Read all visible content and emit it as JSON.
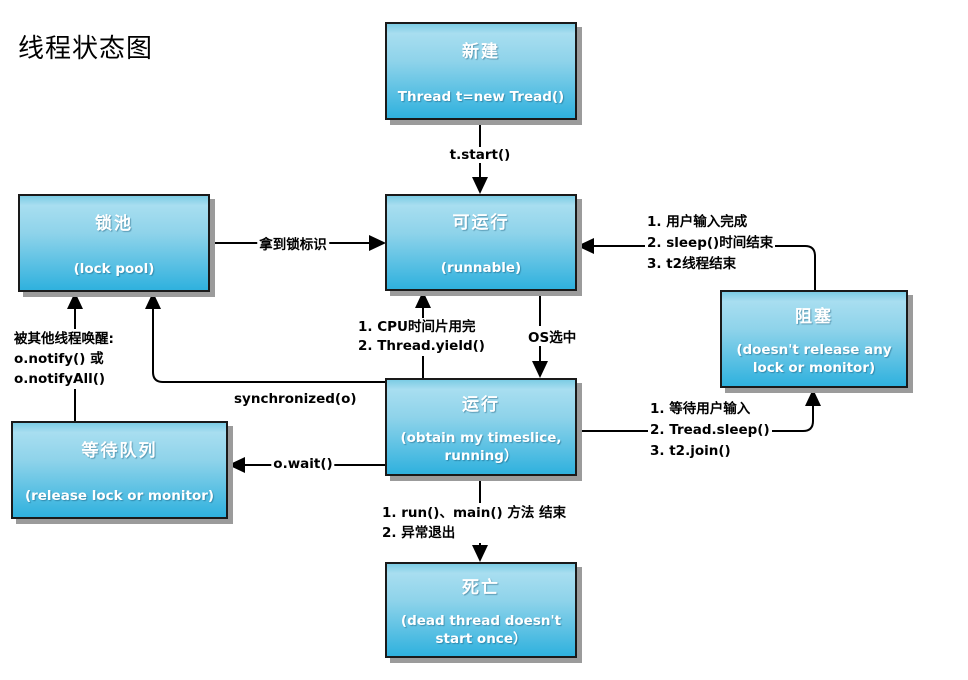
{
  "title": "线程状态图",
  "boxes": {
    "new": {
      "title": "新建",
      "subtitle": "Thread t=new Tread()"
    },
    "runnable": {
      "title": "可运行",
      "subtitle": "(runnable)"
    },
    "lock_pool": {
      "title": "锁池",
      "subtitle": "(lock pool)"
    },
    "blocked": {
      "title": "阻塞",
      "subtitle": "(doesn't release any lock or monitor)"
    },
    "running": {
      "title": "运行",
      "subtitle": "(obtain my timeslice, running）"
    },
    "wait_queue": {
      "title": "等待队列",
      "subtitle": "(release lock or monitor)"
    },
    "dead": {
      "title": "死亡",
      "subtitle": "(dead thread doesn't start once）"
    }
  },
  "edges": {
    "t_start": "t.start()",
    "got_lock": "拿到锁标识",
    "blocked_to_runnable": [
      "1. 用户输入完成",
      "2. sleep()时间结束",
      "3. t2线程结束"
    ],
    "yield_to_runnable": [
      "1. CPU时间片用完",
      "2. Thread.yield()"
    ],
    "os_select": "OS选中",
    "synchronized": "synchronized(o)",
    "wakeup": [
      "被其他线程唤醒:",
      "o.notify() 或",
      "o.notifyAll()"
    ],
    "o_wait": "o.wait()",
    "running_to_blocked": [
      "1. 等待用户输入",
      "2. Tread.sleep()",
      "3. t2.join()"
    ],
    "running_to_dead": [
      "1. run()、main() 方法 结束",
      "2. 异常退出"
    ]
  },
  "colors": {
    "box_gradient_top": "#a8def0",
    "box_gradient_bottom": "#2fb1de",
    "box_border": "#1a1a1a",
    "box_shadow": "#9b9b9b",
    "connector": "#000000",
    "box_text": "#ffffff",
    "label_text": "#000000",
    "background": "#ffffff"
  }
}
